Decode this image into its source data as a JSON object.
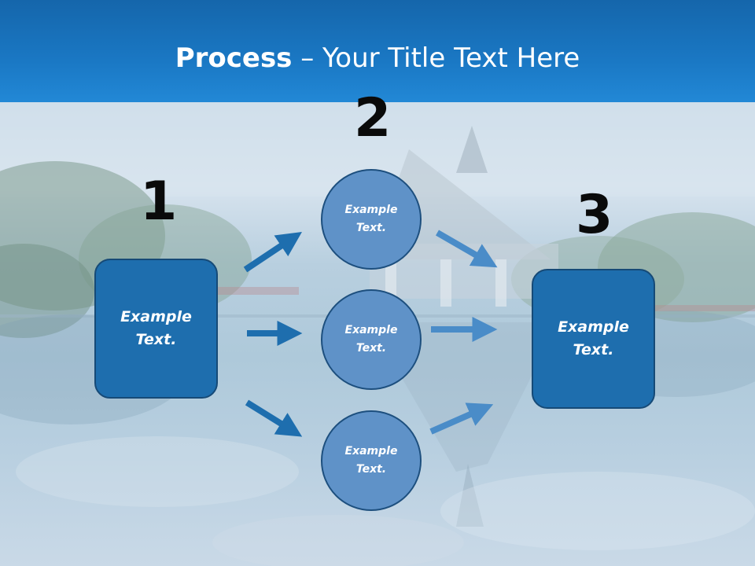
{
  "slide": {
    "title_bold": "Process",
    "title_rest": " – Your Title Text Here",
    "accent_color": "#1e6eae",
    "circle_color": "#5f92c8"
  },
  "steps": [
    {
      "number": "1",
      "text": "Example\nText."
    },
    {
      "number": "2",
      "text": ""
    },
    {
      "number": "3",
      "text": "Example\nText."
    }
  ],
  "circles": [
    {
      "text": "Example\nText."
    },
    {
      "text": "Example\nText."
    },
    {
      "text": "Example\nText."
    }
  ]
}
